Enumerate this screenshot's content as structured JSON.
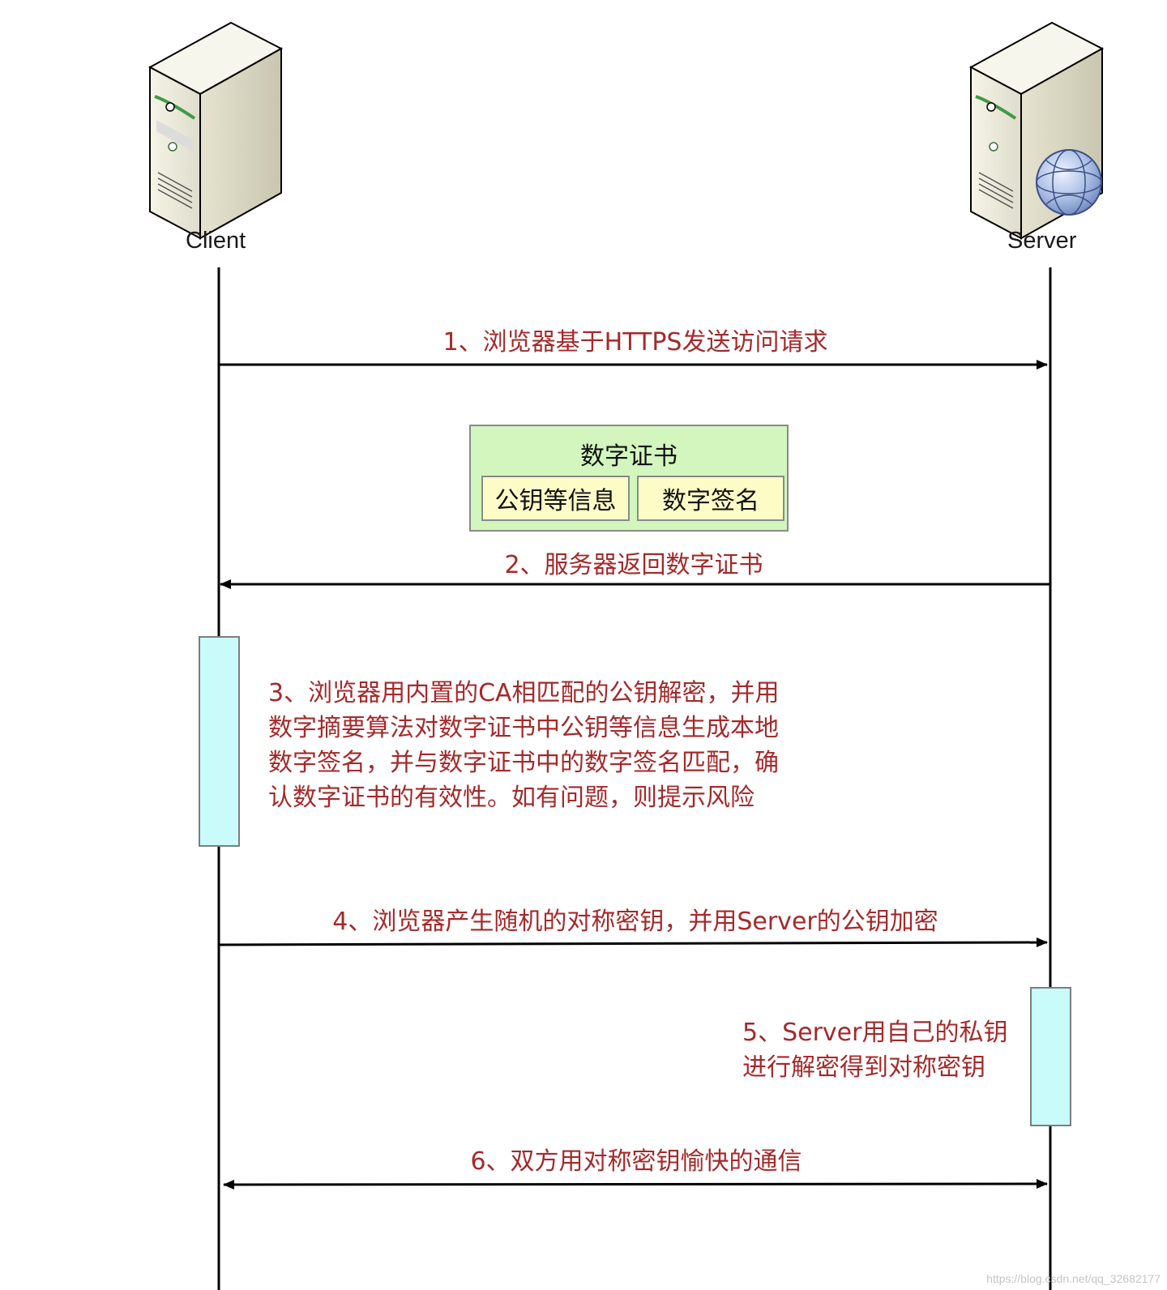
{
  "participants": {
    "client": "Client",
    "server": "Server"
  },
  "messages": {
    "m1": "1、浏览器基于HTTPS发送访问请求",
    "m2": "2、服务器返回数字证书",
    "m3": "3、浏览器用内置的CA相匹配的公钥解密，并用\n数字摘要算法对数字证书中公钥等信息生成本地\n数字签名，并与数字证书中的数字签名匹配，确\n认数字证书的有效性。如有问题，则提示风险",
    "m4": "4、浏览器产生随机的对称密钥，并用Server的公钥加密",
    "m5": "5、Server用自己的私钥\n进行解密得到对称密钥",
    "m6": "6、双方用对称密钥愉快的通信"
  },
  "certificate": {
    "title": "数字证书",
    "left_cell": "公钥等信息",
    "right_cell": "数字签名"
  },
  "watermark": "https://blog.csdn.net/qq_32682177",
  "colors": {
    "message_text": "#a5292a",
    "certificate_fill": "#d2f6bd",
    "certificate_cell_fill": "#fdfcc6",
    "activation_fill": "#c9fbfb",
    "lifeline": "#000000"
  },
  "icons": {
    "client": "server-tower-icon",
    "server": "server-tower-globe-icon"
  }
}
